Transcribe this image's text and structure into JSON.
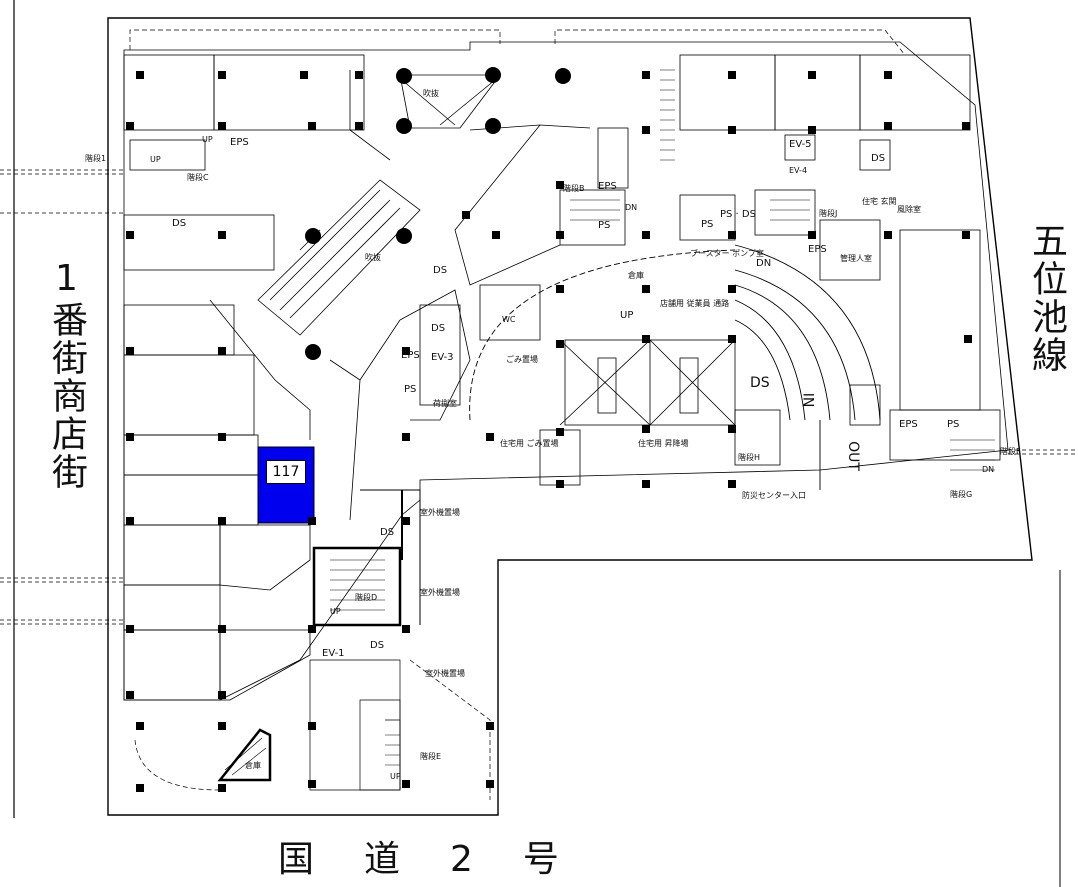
{
  "streets": {
    "left": "1番街商店街",
    "right": "五位池線",
    "bottom": "国道2号"
  },
  "highlight": {
    "store_number": "117",
    "color": "#0000ee"
  },
  "rooms": {
    "eps_1": "EPS",
    "ds_1": "DS",
    "ds_2": "DS",
    "ds_3": "DS",
    "ds_4": "DS",
    "ds_5": "DS",
    "ds_6": "DS",
    "ds_7": "DS",
    "eps_2": "EPS",
    "ps_1": "PS",
    "ev3": "EV-3",
    "eps_3": "EPS",
    "ps_2": "PS",
    "eps_4": "EPS",
    "ps_3": "PS",
    "ev1": "EV-1",
    "ev5": "EV-5",
    "ev4": "EV-4",
    "eps_5": "EPS",
    "ps_4": "PS",
    "ps_ds": "PS · DS",
    "up_1": "UP",
    "up_2": "UP",
    "up_3": "UP",
    "up_4": "UP",
    "up_5": "UP",
    "dn_1": "DN",
    "dn_2": "DN",
    "dn_3": "DN",
    "in_arrow": "IN",
    "out_arrow": "OUT",
    "shaft_1": "吹抜",
    "shaft_2": "吹抜",
    "storage": "倉庫",
    "stairs_1": "階段1",
    "stairs_c": "階段C",
    "stairs_b": "階段B",
    "stairs_d": "階段D",
    "stairs_e": "階段E",
    "stairs_f": "階段F",
    "stairs_g": "階段G",
    "stairs_h": "階段H",
    "stairs_j": "階段J",
    "wc": "WC",
    "trash_room": "ごみ置場",
    "residential_trash": "住宅用 ごみ置場",
    "residential_ev": "住宅用 昇降場",
    "residential_hall": "住宅 玄関",
    "wind_room": "風除室",
    "manager_room": "管理人室",
    "store_staff": "店舗用 従業員 通路",
    "packing_room": "荷捌室",
    "outdoor_storage_1": "室外機置場",
    "outdoor_storage_2": "室外機置場",
    "outdoor_storage_3": "室外機置場",
    "booster_pump": "ブースター ポンプ室",
    "disaster_center": "防災センター入口",
    "warehouse": "倉庫"
  }
}
